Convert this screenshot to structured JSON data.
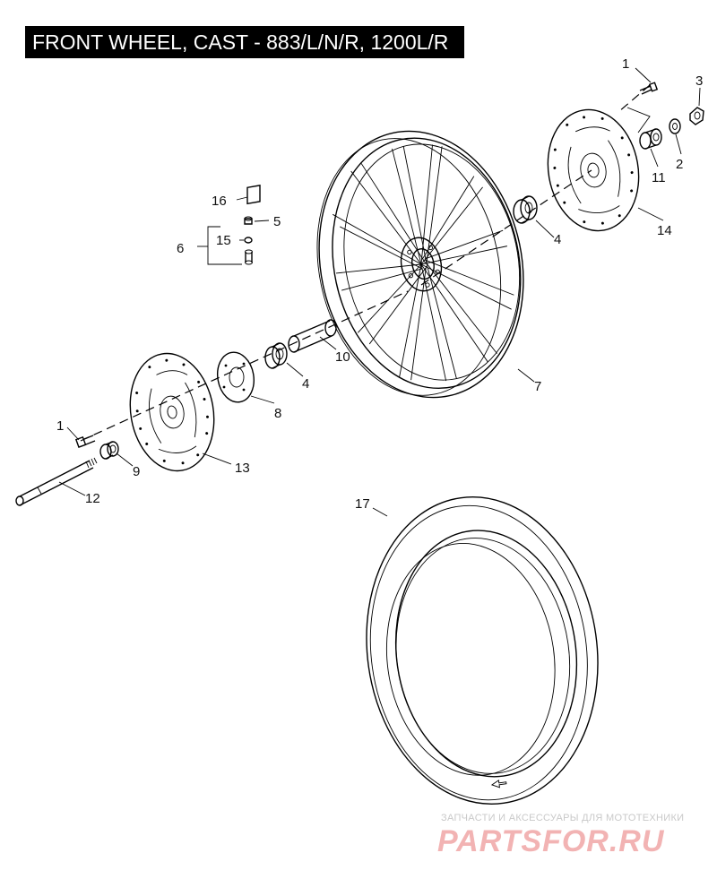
{
  "title": "FRONT WHEEL, CAST - 883/L/N/R, 1200L/R",
  "callouts": {
    "c1a": "1",
    "c3": "3",
    "c2": "2",
    "c11": "11",
    "c14": "14",
    "c4a": "4",
    "c16": "16",
    "c5": "5",
    "c6": "6",
    "c15": "15",
    "c10": "10",
    "c4b": "4",
    "c7": "7",
    "c8": "8",
    "c1b": "1",
    "c9": "9",
    "c13": "13",
    "c12": "12",
    "c17": "17"
  },
  "watermark": {
    "subtitle": "ЗАПЧАСТИ И АКСЕССУАРЫ ДЛЯ МОТОТЕХНИКИ",
    "logo": "PARTSFOR.RU"
  },
  "colors": {
    "line": "#000000",
    "title_bg": "#000000",
    "title_fg": "#ffffff",
    "watermark_logo": "#f2b3b3",
    "watermark_text": "#c9c9c9"
  }
}
